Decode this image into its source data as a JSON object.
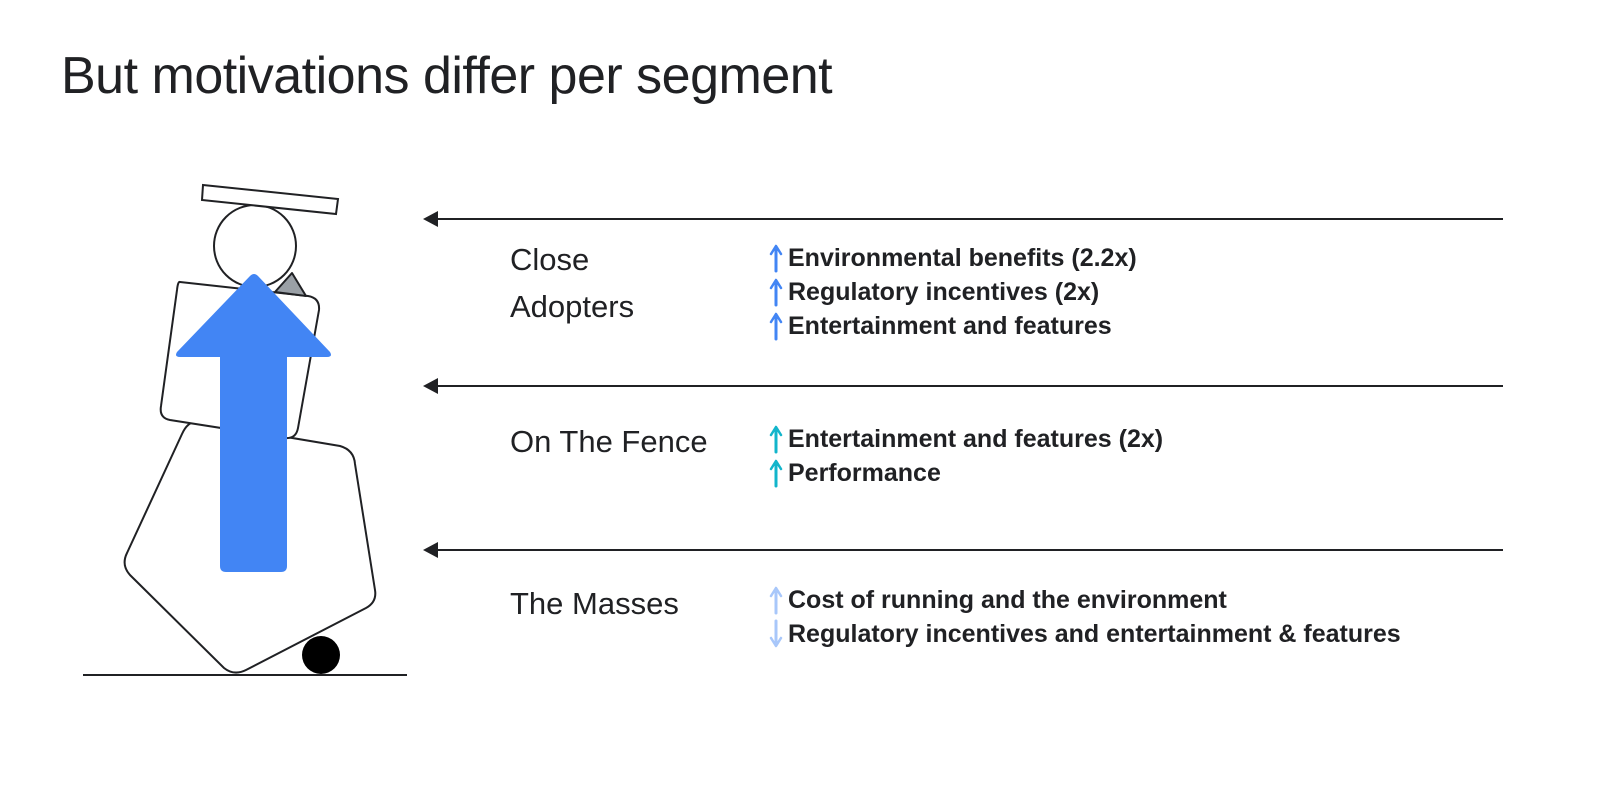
{
  "slide": {
    "title": "But motivations differ per segment"
  },
  "colors": {
    "accent_blue": "#4285f4",
    "accent_cyan": "#12b5cb",
    "accent_light": "#a8c7fa",
    "ink": "#202124",
    "stone_gray": "#9aa0a6"
  },
  "segments": [
    {
      "label_lines": [
        "Close",
        "Adopters"
      ],
      "motivations": [
        {
          "text": "Environmental benefits (2.2x)",
          "trend": "up",
          "icon": "arrow-up-icon",
          "color": "#4285f4"
        },
        {
          "text": "Regulatory incentives (2x)",
          "trend": "up",
          "icon": "arrow-up-icon",
          "color": "#4285f4"
        },
        {
          "text": "Entertainment and features",
          "trend": "up",
          "icon": "arrow-up-icon",
          "color": "#4285f4"
        }
      ]
    },
    {
      "label_lines": [
        "On The Fence"
      ],
      "motivations": [
        {
          "text": "Entertainment and features (2x)",
          "trend": "up",
          "icon": "arrow-up-icon",
          "color": "#12b5cb"
        },
        {
          "text": "Performance",
          "trend": "up",
          "icon": "arrow-up-icon",
          "color": "#12b5cb"
        }
      ]
    },
    {
      "label_lines": [
        "The Masses"
      ],
      "motivations": [
        {
          "text": "Cost of running and the environment",
          "trend": "up",
          "icon": "arrow-up-icon",
          "color": "#a8c7fa"
        },
        {
          "text": "Regulatory incentives and entertainment & features",
          "trend": "down",
          "icon": "arrow-down-icon",
          "color": "#a8c7fa"
        }
      ]
    }
  ]
}
